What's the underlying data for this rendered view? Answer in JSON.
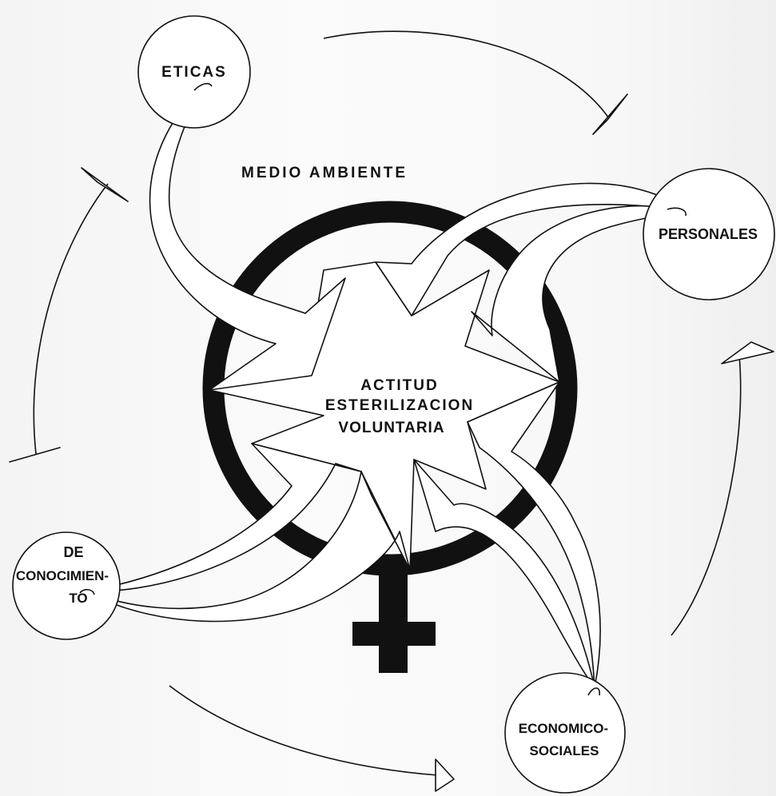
{
  "diagram": {
    "environment_label": "MEDIO   AMBIENTE",
    "center": {
      "line1": "ACTITUD",
      "line2": "ESTERILIZACION",
      "line3": "VOLUNTARIA"
    },
    "factors": {
      "eticas": "ETICAS",
      "personales": "PERSONALES",
      "economico_line1": "ECONOMICO-",
      "economico_line2": "SOCIALES",
      "conocimiento_line1": "DE",
      "conocimiento_line2": "CONOCIMIEN-",
      "conocimiento_line3": "TO"
    },
    "symbol": "female-symbol",
    "colors": {
      "ink": "#111111",
      "paper": "#ffffff"
    }
  }
}
